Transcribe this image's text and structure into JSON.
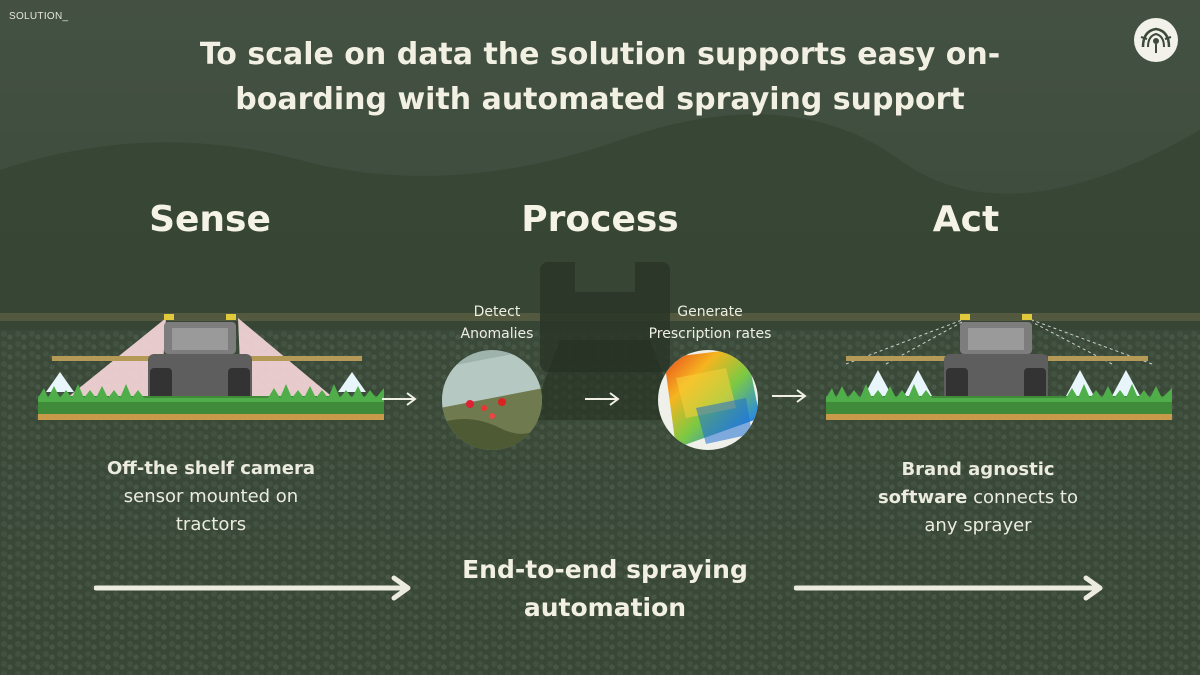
{
  "section_tag": "SOLUTION_",
  "title": "To scale on data the solution supports easy on-boarding with automated spraying support",
  "stages": {
    "sense": "Sense",
    "process": "Process",
    "act": "Act"
  },
  "process_steps": {
    "detect": [
      "Detect",
      "Anomalies"
    ],
    "generate": [
      "Generate",
      "Prescription rates"
    ]
  },
  "sense_desc": {
    "bold": "Off-the shelf camera",
    "line2": "sensor mounted on",
    "line3": "tractors"
  },
  "act_desc": {
    "bold1": "Brand agnostic",
    "bold2": "software",
    "rest2": " connects to",
    "line3": "any sprayer"
  },
  "bottom_text": [
    "End-to-end spraying",
    "automation"
  ],
  "colors": {
    "text": "#ecebe0",
    "overlay": "#3a4838",
    "pink_cone": "#f6d6d8",
    "spray": "#e8f6fb"
  }
}
